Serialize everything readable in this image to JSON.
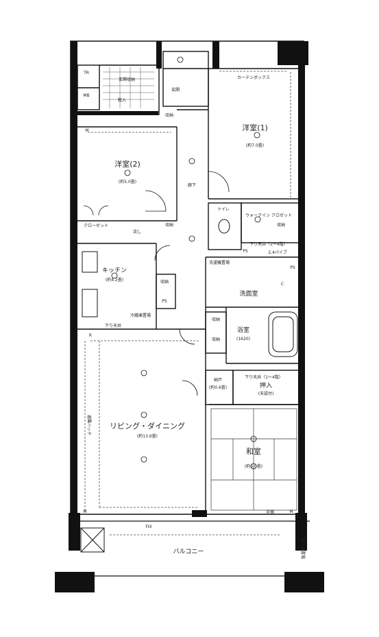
{
  "rooms": {
    "western1": {
      "name": "洋室(1)",
      "size": "(約7.0畳)"
    },
    "western2": {
      "name": "洋室(2)",
      "size": "(約5.0畳)"
    },
    "kitchen": {
      "name": "キッチン",
      "size": "(約4.2畳)"
    },
    "ldk": {
      "name": "リビング・ダイニング",
      "size": "(約13.6畳)"
    },
    "washitsu": {
      "name": "和室",
      "size": "(約6.0畳)"
    },
    "corridor": "廊下",
    "entrance": "玄関",
    "toilet": "トイレ",
    "senmen": "洗面室",
    "bath": {
      "name": "浴室",
      "size": "(1620)"
    },
    "walkin": "ウォークイン クロゼット",
    "closet": "クローゼット",
    "balcony": "バルコニー"
  },
  "storage": {
    "storage_a": "収納",
    "storage_b": "収納",
    "storage_c": "収納",
    "storage_d": "収納",
    "storage_e": "収納",
    "storage_f": "収納",
    "nando": "納戸",
    "nando_size": "(約0.6畳)",
    "oshiire": "押入",
    "oshiire_note": "(天袋付)"
  },
  "annotations": {
    "tr": "TR",
    "mb": "MB",
    "ps1": "PS",
    "ps2": "PS",
    "ps3": "PS",
    "fix": "FIX",
    "r": "R",
    "c": "C",
    "m_top": "M",
    "m_left": "M",
    "m_right": "M",
    "kitchen_ceiling": "下り天井",
    "washitsu_ceiling": "下り天井（1～4階）",
    "wc_ceiling": "下り天井（1～4階）",
    "pipe": "2,4パイプ",
    "curtain_box": "カーテンボックス",
    "entrance_storage": "玄関収納",
    "fridge": "冷蔵庫置場",
    "sink": "流し",
    "boots": "靴入",
    "washer": "洗濯機置場",
    "hand_rail": "手摺",
    "emergency": "避難ハッチ",
    "outdoor_unit": "室外機置場"
  }
}
